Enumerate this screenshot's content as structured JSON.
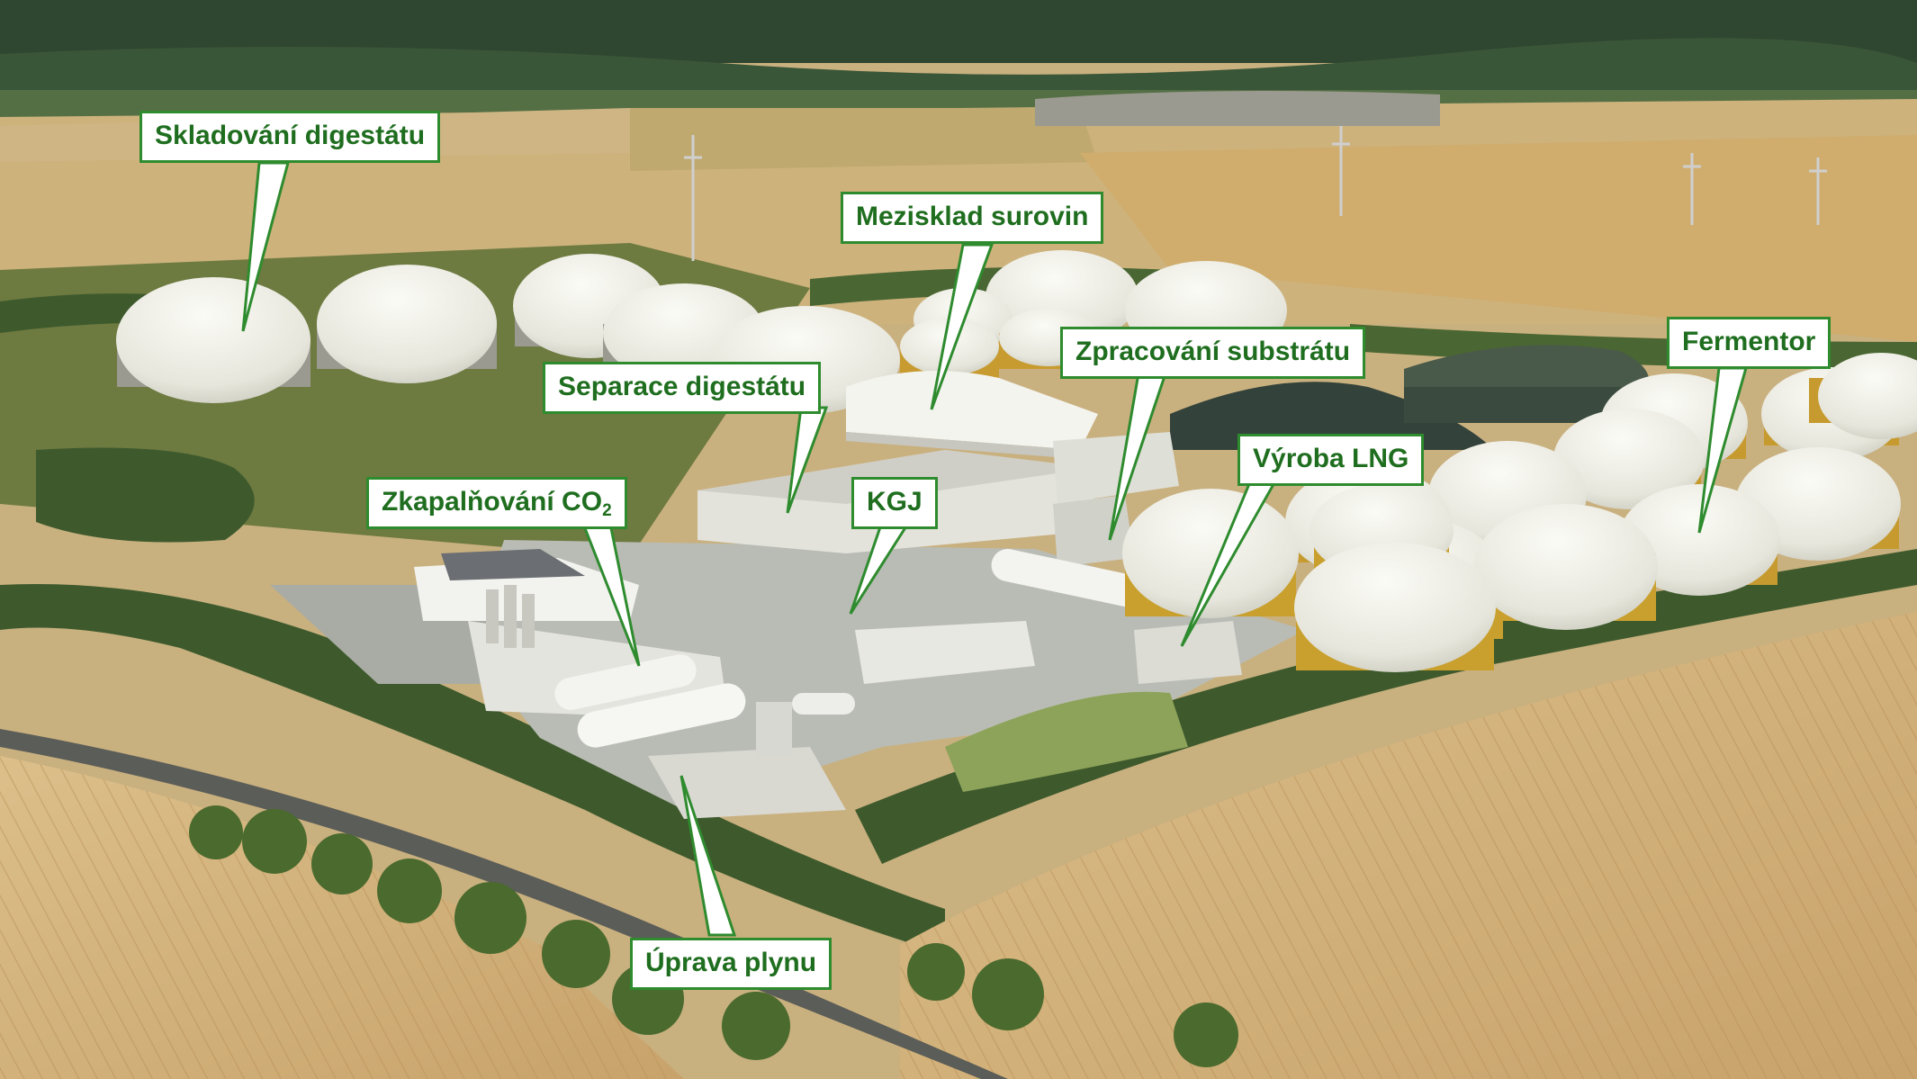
{
  "labels": {
    "skladovani": "Skladování digestátu",
    "mezisklad": "Mezisklad surovin",
    "zpracovani": "Zpracování substrátu",
    "fermentor": "Fermentor",
    "separace": "Separace digestátu",
    "vyroba_lng": "Výroba LNG",
    "zkapalnovani": "Zkapalňování CO",
    "zkapalnovani_sub": "2",
    "kgj": "KGJ",
    "uprava": "Úprava plynu"
  },
  "colors": {
    "label_border": "#2e8b2e",
    "label_text": "#1f6e1f",
    "label_fill": "#ffffff",
    "dome": "#eeeee7",
    "dome_base": "#c9a02e",
    "field": "#d2b178",
    "trees": "#3f5e2c"
  }
}
